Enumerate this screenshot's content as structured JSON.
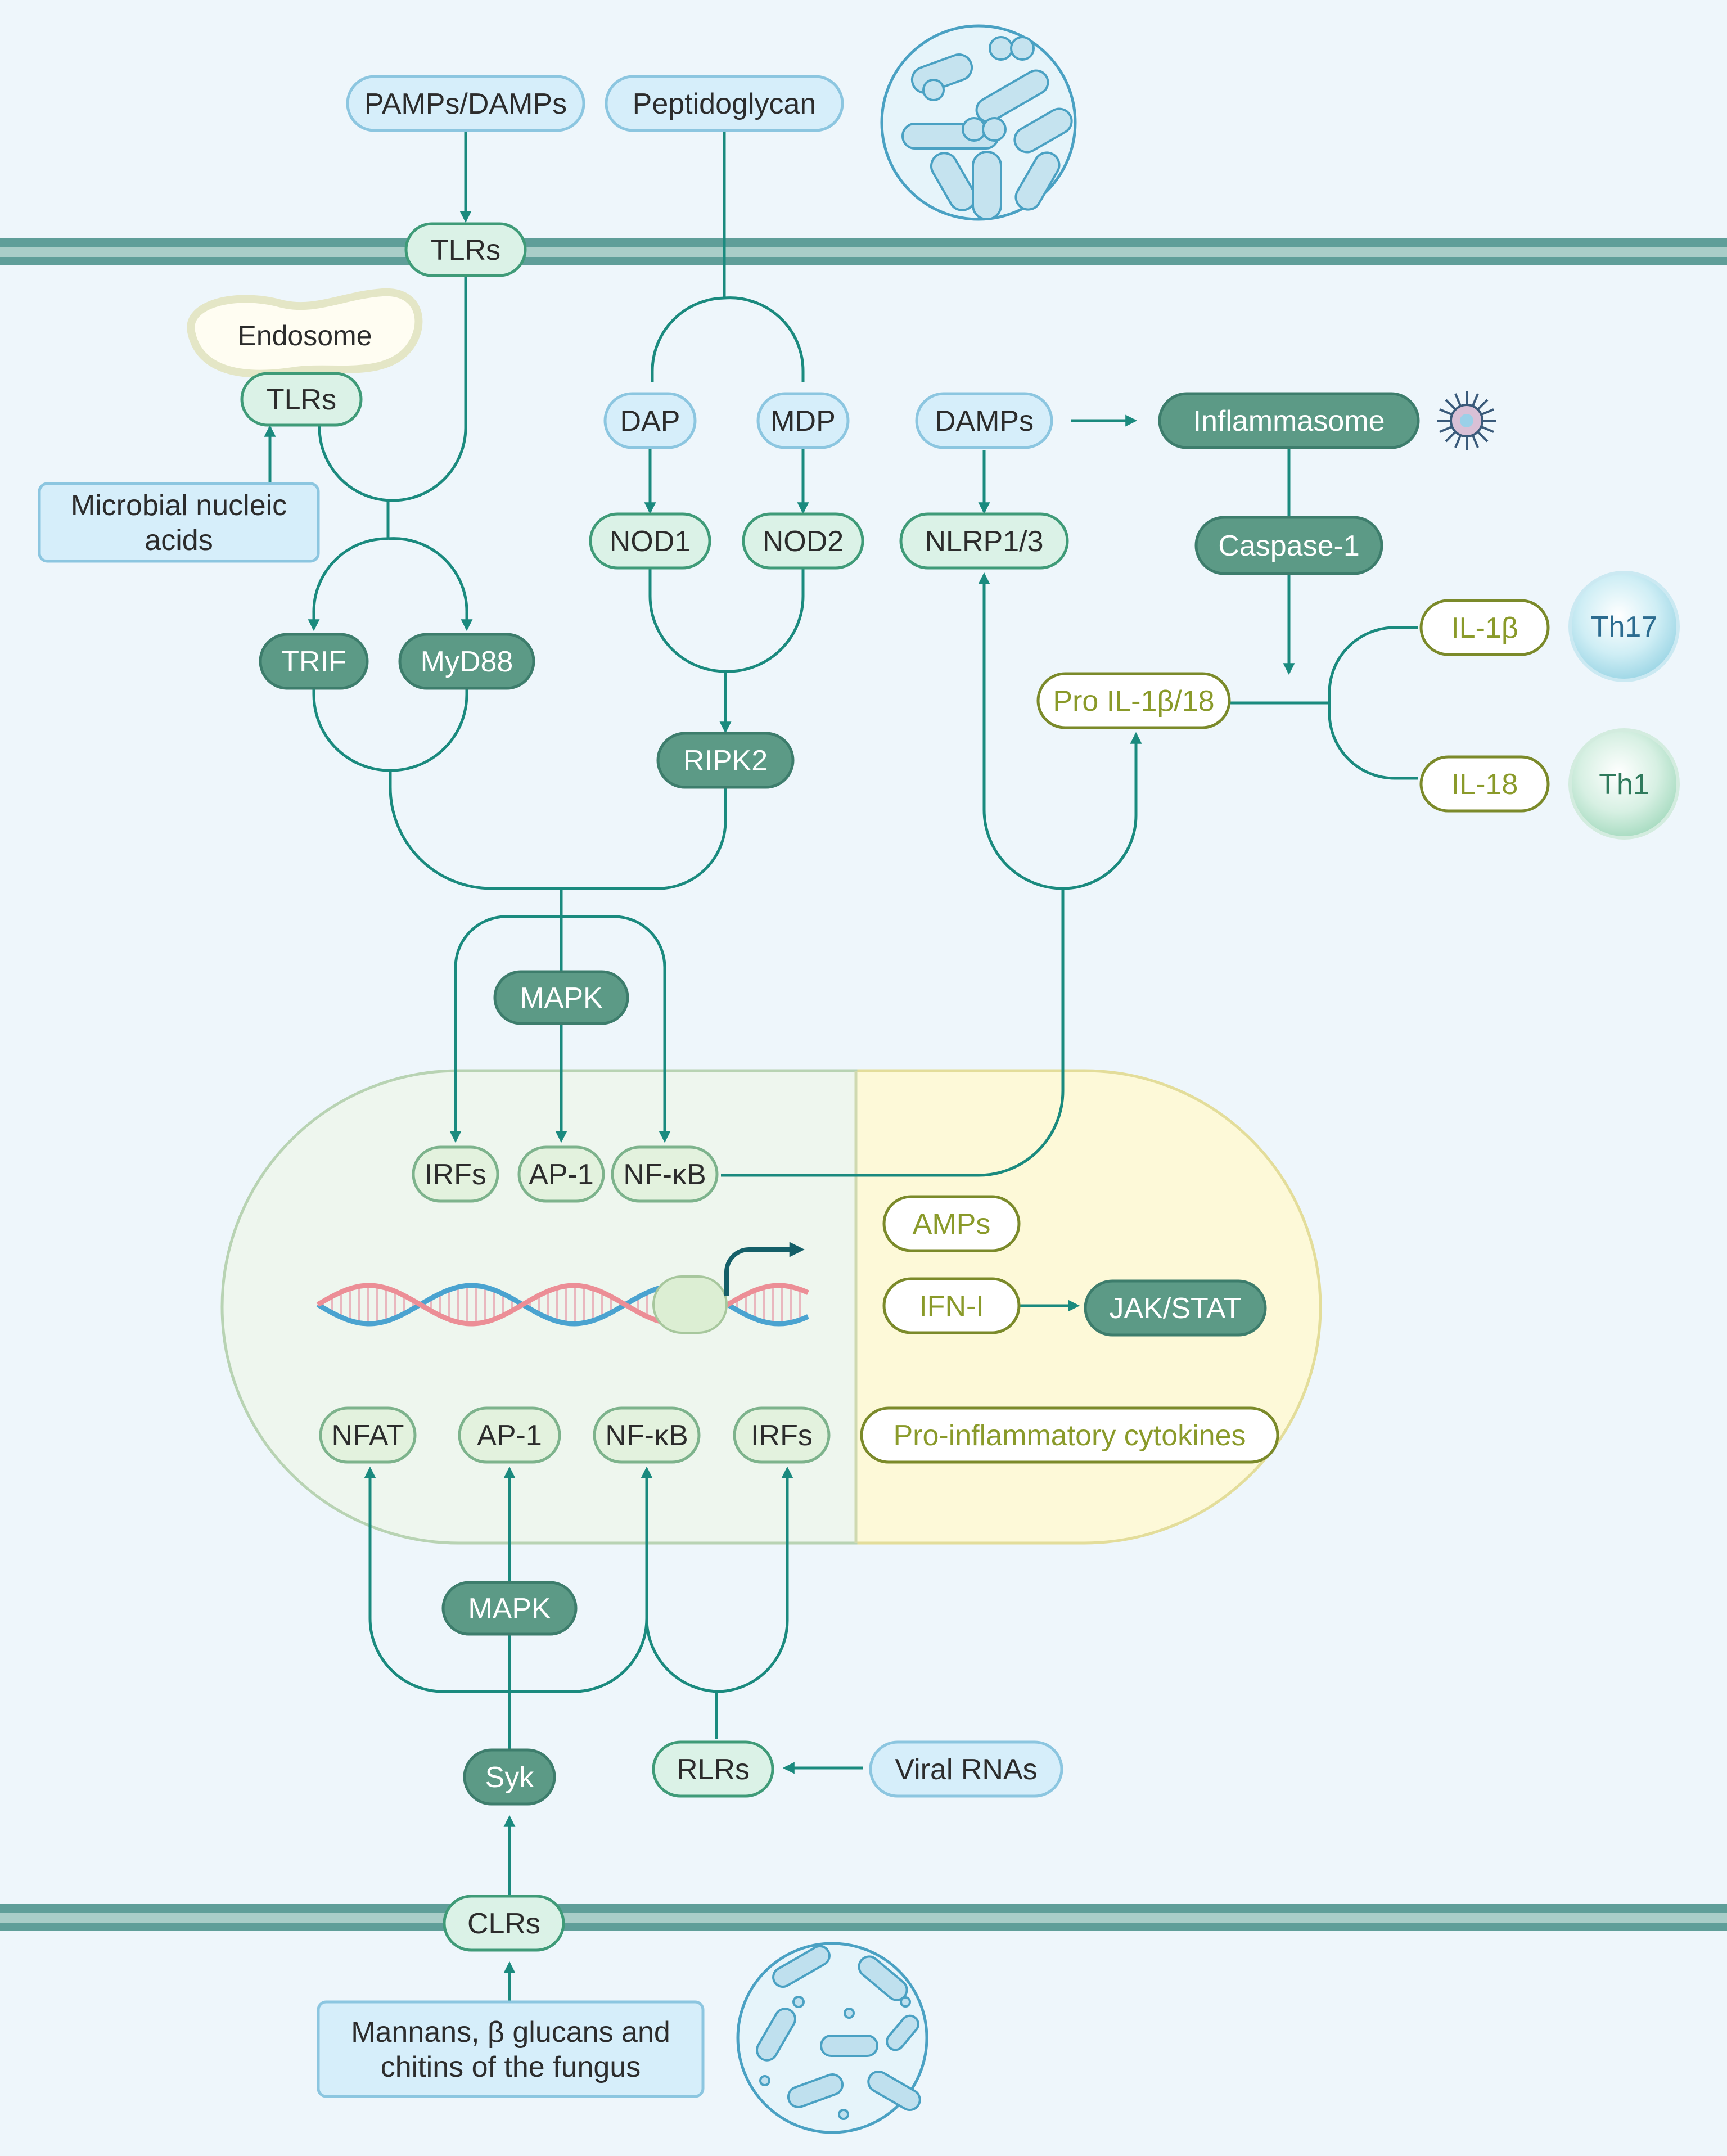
{
  "colors": {
    "background": "#eef6fb",
    "membrane": "#5f9e99",
    "line": "#1a8a7e",
    "dark_node_fill": "#5c9a86",
    "light_node_fill": "#dbf2e7",
    "ligand_fill": "#d6eefa",
    "tf_fill": "#e3f2de",
    "output_text": "#8a9a2a",
    "nucleus_left": "#eef6ee",
    "nucleus_right": "#fdf9d8"
  },
  "ligands": {
    "pamps_damps": "PAMPs/DAMPs",
    "peptidoglycan": "Peptidoglycan",
    "microbial_nucleic_acids_l1": "Microbial nucleic",
    "microbial_nucleic_acids_l2": "acids",
    "viral_rnas": "Viral RNAs",
    "fungus_l1": "Mannans, β glucans and",
    "fungus_l2": "chitins of the fungus"
  },
  "receptors": {
    "tlrs_membrane": "TLRs",
    "tlrs_endosome": "TLRs",
    "endosome": "Endosome",
    "dap": "DAP",
    "mdp": "MDP",
    "damps": "DAMPs",
    "nod1": "NOD1",
    "nod2": "NOD2",
    "nlrp": "NLRP1/3",
    "rlrs": "RLRs",
    "clrs": "CLRs"
  },
  "signaling": {
    "trif": "TRIF",
    "myd88": "MyD88",
    "ripk2": "RIPK2",
    "mapk_top": "MAPK",
    "mapk_bottom": "MAPK",
    "syk": "Syk",
    "inflammasome": "Inflammasome",
    "caspase1": "Caspase-1",
    "jak_stat": "JAK/STAT"
  },
  "transcription_factors": {
    "irfs_top": "IRFs",
    "ap1_top": "AP-1",
    "nfkb_top": "NF-κB",
    "nfat": "NFAT",
    "ap1_bottom": "AP-1",
    "nfkb_bottom": "NF-κB",
    "irfs_bottom": "IRFs"
  },
  "outputs": {
    "pro_il": "Pro IL-1β/18",
    "il1b": "IL-1β",
    "il18": "IL-18",
    "amps": "AMPs",
    "ifn": "IFN-I",
    "cytokines": "Pro-inflammatory cytokines"
  },
  "cells": {
    "th17": "Th17",
    "th1": "Th1"
  }
}
